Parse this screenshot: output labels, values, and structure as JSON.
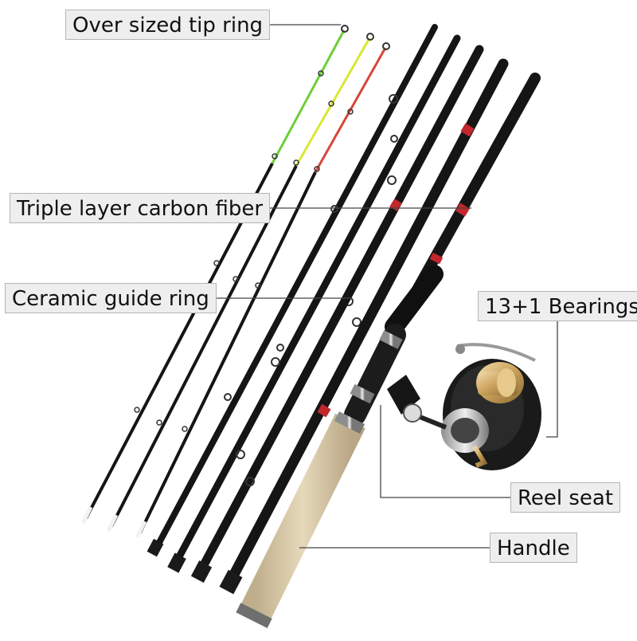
{
  "labels": {
    "tip_ring": "Over sized tip ring",
    "carbon_fiber": "Triple layer carbon fiber",
    "guide_ring": "Ceramic guide ring",
    "bearings": "13+1 Bearings",
    "reel_seat": "Reel seat",
    "handle": "Handle"
  },
  "colors": {
    "rod": "#151515",
    "tip_green": "#6ccf3a",
    "tip_yellow": "#d8e832",
    "tip_red": "#d8463a",
    "accent_red": "#c2272d",
    "cork": "#d9c8a6",
    "reel_gold": "#c9a05a"
  }
}
